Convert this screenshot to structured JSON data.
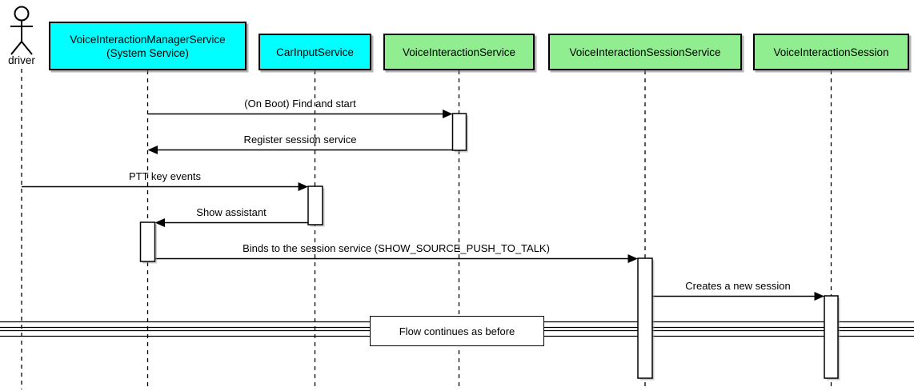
{
  "diagram": {
    "type": "uml-sequence-diagram",
    "background": "#FFFFFF",
    "line_color": "#000000",
    "participants": [
      {
        "id": "driver",
        "type": "actor",
        "label": "driver"
      },
      {
        "id": "vims",
        "type": "box",
        "label": "VoiceInteractionManagerService",
        "sublabel": "(System Service)",
        "color": "#00FFFF"
      },
      {
        "id": "carinput",
        "type": "box",
        "label": "CarInputService",
        "color": "#00FFFF"
      },
      {
        "id": "vis",
        "type": "box",
        "label": "VoiceInteractionService",
        "color": "#90EE90"
      },
      {
        "id": "viss",
        "type": "box",
        "label": "VoiceInteractionSessionService",
        "color": "#90EE90"
      },
      {
        "id": "visession",
        "type": "box",
        "label": "VoiceInteractionSession",
        "color": "#90EE90"
      }
    ],
    "messages": [
      {
        "from": "vims",
        "to": "vis",
        "label": "(On Boot) Find and start"
      },
      {
        "from": "vis",
        "to": "vims",
        "label": "Register session service"
      },
      {
        "from": "driver",
        "to": "carinput",
        "label": "PTT key events"
      },
      {
        "from": "carinput",
        "to": "vims",
        "label": "Show assistant"
      },
      {
        "from": "vims",
        "to": "viss",
        "label": "Binds to the session service (SHOW_SOURCE_PUSH_TO_TALK)"
      },
      {
        "from": "viss",
        "to": "visession",
        "label": "Creates a new session"
      }
    ],
    "divider": {
      "label": "Flow continues as before"
    }
  }
}
